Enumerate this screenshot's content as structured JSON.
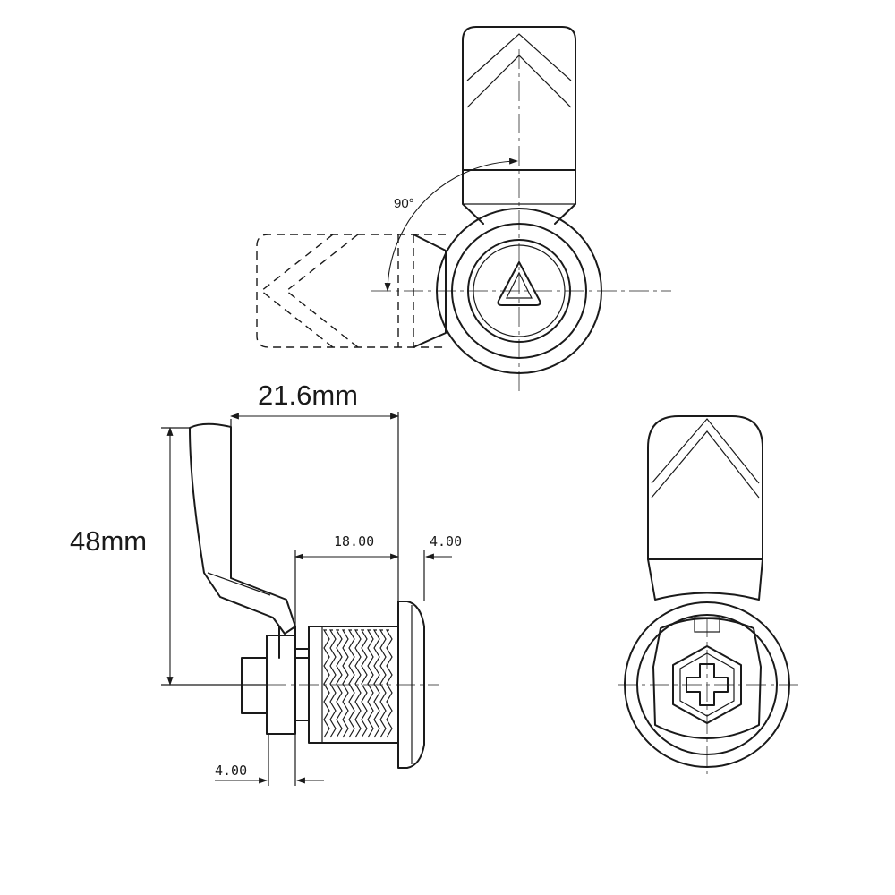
{
  "dimensions": {
    "width_label": "21.6mm",
    "height_label": "48mm",
    "body_length_label": "18.00",
    "flange_label": "4.00",
    "rear_label": "4.00"
  },
  "rotation": {
    "angle_label": "90°"
  },
  "colors": {
    "line": "#1a1a1a",
    "background": "#ffffff"
  }
}
